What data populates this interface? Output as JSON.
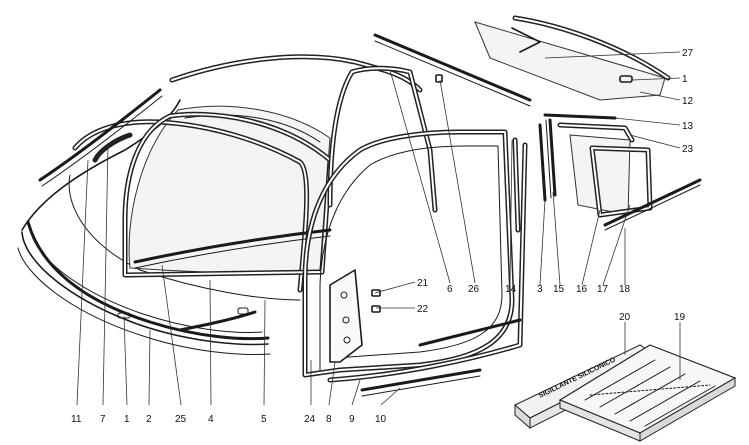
{
  "callouts": {
    "c27": "27",
    "c1_top": "1",
    "c12": "12",
    "c13": "13",
    "c23": "23",
    "c6": "6",
    "c26": "26",
    "c14": "14",
    "c3": "3",
    "c15": "15",
    "c16": "16",
    "c17": "17",
    "c18": "18",
    "c21": "21",
    "c22": "22",
    "c20": "20",
    "c19": "19",
    "c11": "11",
    "c7": "7",
    "c1_bottom": "1",
    "c2": "2",
    "c25": "25",
    "c4": "4",
    "c5": "5",
    "c24": "24",
    "c8": "8",
    "c9": "9",
    "c10": "10"
  },
  "box_label": "SIGILLANTE SILICONICO"
}
